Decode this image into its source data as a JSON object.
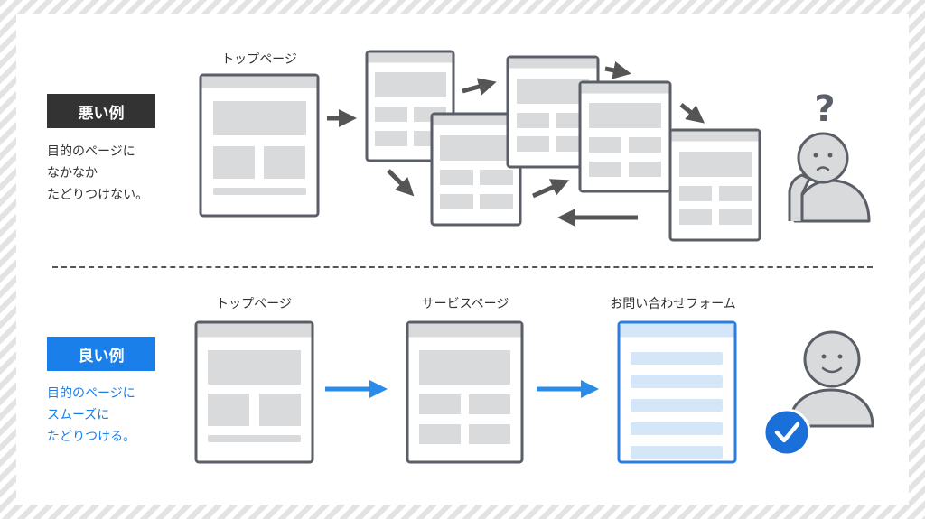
{
  "colors": {
    "bad_badge": "#333333",
    "good_badge": "#1a7fe8",
    "frame": "#5a5e66",
    "block": "#d9dadc",
    "arrow_bad": "#555555",
    "arrow_good": "#2a8ce8",
    "form_block": "#d4e6f8",
    "check": "#1a6fd8",
    "person": "#d9dadc"
  },
  "bad": {
    "badge_label": "悪い例",
    "description": "目的のページに\nなかなか\nたどりつけない。",
    "top_page_label": "トップページ",
    "question_mark": "?"
  },
  "good": {
    "badge_label": "良い例",
    "description": "目的のページに\nスムーズに\nたどりつける。",
    "top_page_label": "トップページ",
    "service_page_label": "サービスページ",
    "contact_form_label": "お問い合わせフォーム"
  },
  "icons": {
    "confused_person": "confused-person-icon",
    "happy_person": "happy-person-icon",
    "check": "check-circle-icon"
  }
}
